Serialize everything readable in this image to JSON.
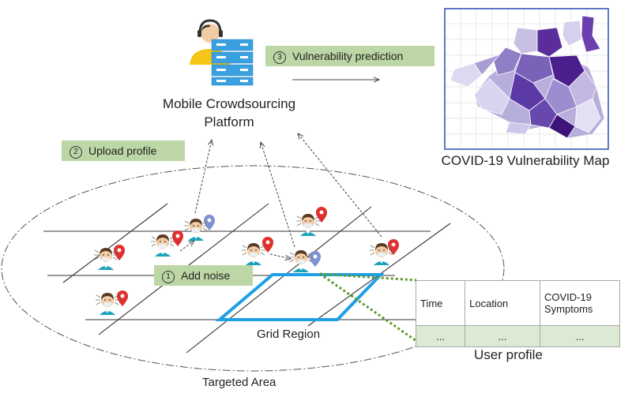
{
  "platform": {
    "line1": "Mobile Crowdsourcing",
    "line2": "Platform"
  },
  "steps": {
    "add_noise": {
      "num": "1",
      "label": "Add noise"
    },
    "upload": {
      "num": "2",
      "label": "Upload profile"
    },
    "predict": {
      "num": "3",
      "label": "Vulnerability prediction"
    }
  },
  "map_caption": "COVID-19 Vulnerability Map",
  "grid_label": "Grid Region",
  "area_label": "Targeted Area",
  "profile": {
    "headers": [
      "Time",
      "Location",
      "COVID-19 Symptoms"
    ],
    "cells": [
      "...",
      "...",
      "..."
    ],
    "caption": "User profile"
  },
  "colors": {
    "grid_line": "#333333",
    "grid_region": "#1f9fe6",
    "dotted_link": "#5a9a2a",
    "step_fill": "#bcd6a6",
    "map_frame": "#2a4fb0",
    "pin_red": "#e0302e",
    "pin_blue": "#7d92cf"
  },
  "icons": [
    "operator-headset-icon",
    "server-icon",
    "user-avatar-icon",
    "location-pin-icon",
    "choropleth-map-icon"
  ]
}
